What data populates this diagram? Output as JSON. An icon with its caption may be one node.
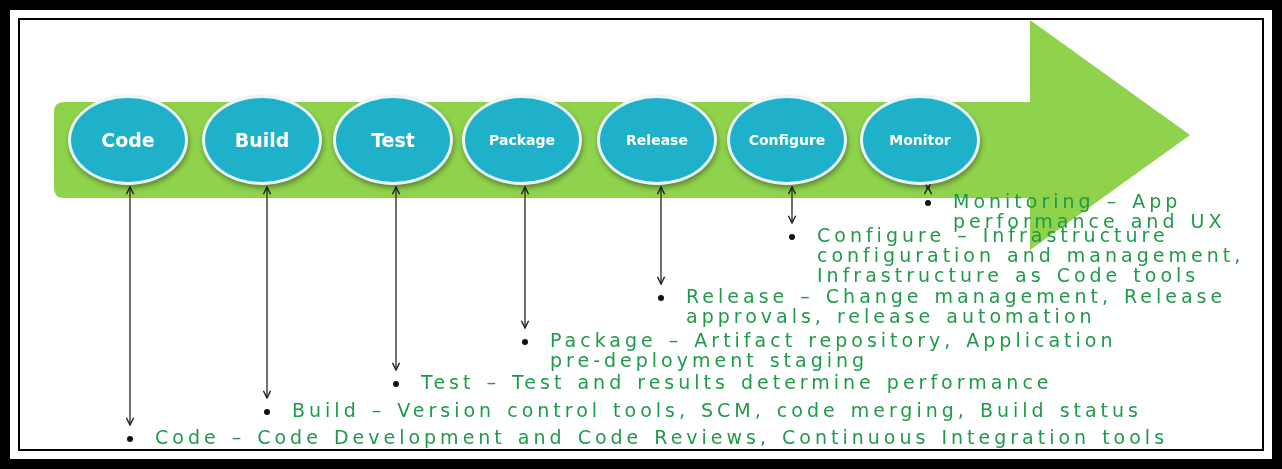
{
  "diagram": {
    "nodes": [
      {
        "text": [],
        "shape": "arrow"
      },
      {
        "text": [
          "Code"
        ],
        "in": 0
      },
      {
        "text": [
          "Build"
        ],
        "in": 0
      },
      {
        "text": [
          "Test"
        ],
        "in": 0
      },
      {
        "text": [
          "Package"
        ],
        "in": 0
      },
      {
        "text": [
          "Release"
        ],
        "in": 0
      },
      {
        "text": [
          "Configure"
        ],
        "in": 0
      },
      {
        "text": [
          "Monitor"
        ],
        "in": 0
      },
      {
        "text": [
          "Monitoring – App performance and UX"
        ]
      },
      {
        "text": [
          "Configure – Infrastructure configuration and management, Infrastructure as Code tools"
        ]
      },
      {
        "text": [
          "Release – Change management, Release approvals, release automation"
        ]
      },
      {
        "text": [
          "Package – Artifact repository, Application pre-deployment staging"
        ]
      },
      {
        "text": [
          "Test – Test and results determine performance"
        ]
      },
      {
        "text": [
          "Build – Version control tools, SCM, code merging, Build status"
        ]
      },
      {
        "text": [
          "Code – Code Development and Code Reviews, Continuous Integration tools"
        ]
      }
    ],
    "edges": [
      {
        "from": 1,
        "to": 14,
        "arrow": "both"
      },
      {
        "from": 2,
        "to": 13,
        "arrow": "both"
      },
      {
        "from": 3,
        "to": 12,
        "arrow": "both"
      },
      {
        "from": 4,
        "to": 11,
        "arrow": "both"
      },
      {
        "from": 5,
        "to": 10,
        "arrow": "both"
      },
      {
        "from": 6,
        "to": 9,
        "arrow": "both"
      },
      {
        "from": 7,
        "to": 8,
        "arrow": "both"
      }
    ]
  }
}
